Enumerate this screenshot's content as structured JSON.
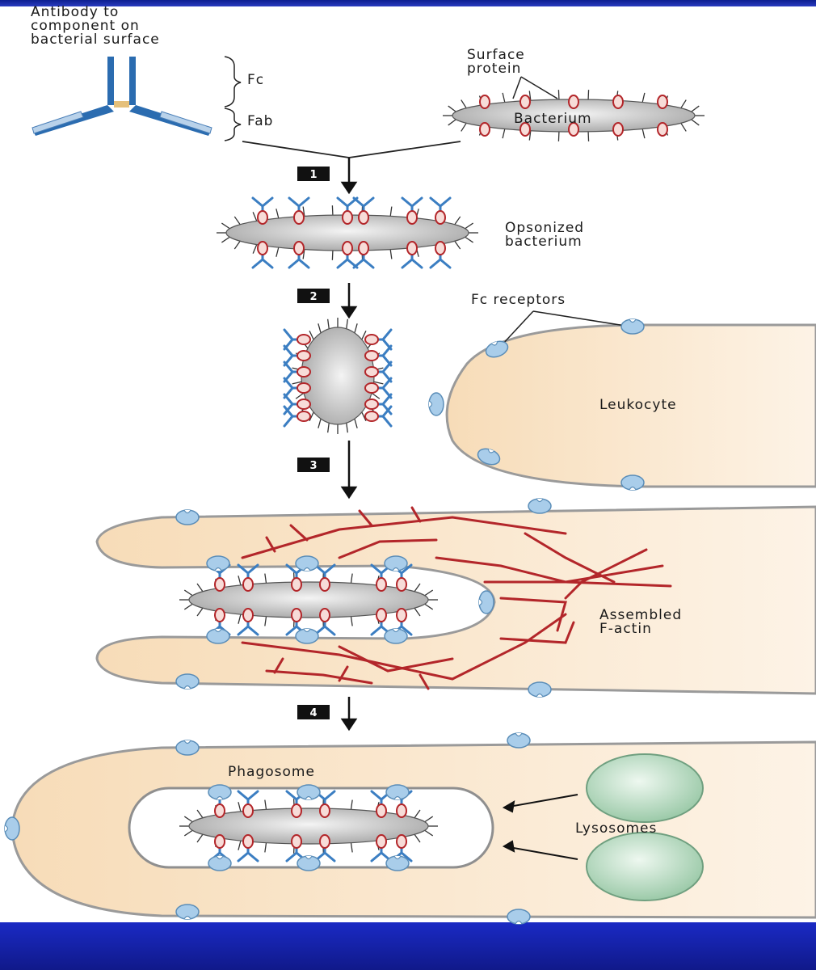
{
  "labels": {
    "antibody_title": [
      "Antibody to",
      "component on",
      "bacterial surface"
    ],
    "fc": "Fc",
    "fab": "Fab",
    "surface_protein": [
      "Surface",
      "protein"
    ],
    "bacterium": "Bacterium",
    "opsonized": [
      "Opsonized",
      "bacterium"
    ],
    "fc_receptors": "Fc receptors",
    "leukocyte": "Leukocyte",
    "assembled_factin": [
      "Assembled",
      "F-actin"
    ],
    "phagosome": "Phagosome",
    "lysosomes": "Lysosomes"
  },
  "steps": [
    "1",
    "2",
    "3",
    "4"
  ],
  "colors": {
    "top_bar": "#1c2fa6",
    "bottom_bar": "#1a24b8",
    "antibody": "#2b6cb0",
    "antibody_light": "#6b9bd1",
    "fc_receptor": "#a9cdea",
    "cell_fill": "#fae7cf",
    "cell_edge": "#9a9a9a",
    "actin": "#b3262a",
    "protein_fill": "#f7dcd8",
    "protein_edge": "#b3262a",
    "lysosome": "#b9dcc3",
    "bacterium_fill": "#d0d0d0"
  },
  "icons": [
    "arrow-down-icon",
    "receptor-icon",
    "antibody-icon",
    "lysosome-icon"
  ]
}
